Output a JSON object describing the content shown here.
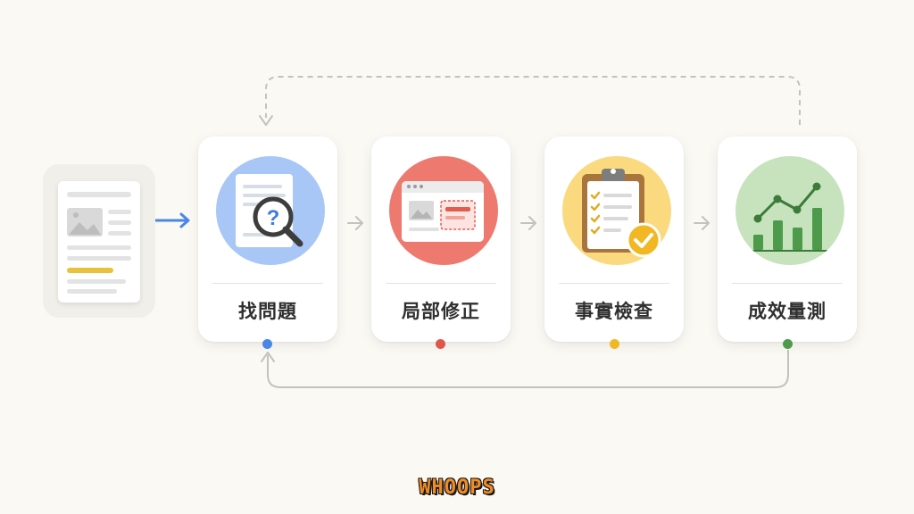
{
  "input_document": {
    "icon": "document-icon",
    "highlight_color": "#e8c23a"
  },
  "steps": [
    {
      "label": "找問題",
      "icon": "magnifier-question-icon",
      "circle_color": "#a8c7f7",
      "dot_color": "#4a86e8"
    },
    {
      "label": "局部修正",
      "icon": "browser-edit-icon",
      "circle_color": "#ee7a6f",
      "dot_color": "#e0564a"
    },
    {
      "label": "事實檢查",
      "icon": "clipboard-check-icon",
      "circle_color": "#fbd97f",
      "dot_color": "#f2b824"
    },
    {
      "label": "成效量測",
      "icon": "bar-line-chart-icon",
      "circle_color": "#c6e3bd",
      "dot_color": "#4d9a4a"
    }
  ],
  "colors": {
    "entry_arrow": "#4a86e8",
    "connector": "#c4c2bc",
    "brand_fill": "#f08a24"
  },
  "brand": {
    "text": "WHOOPS"
  }
}
